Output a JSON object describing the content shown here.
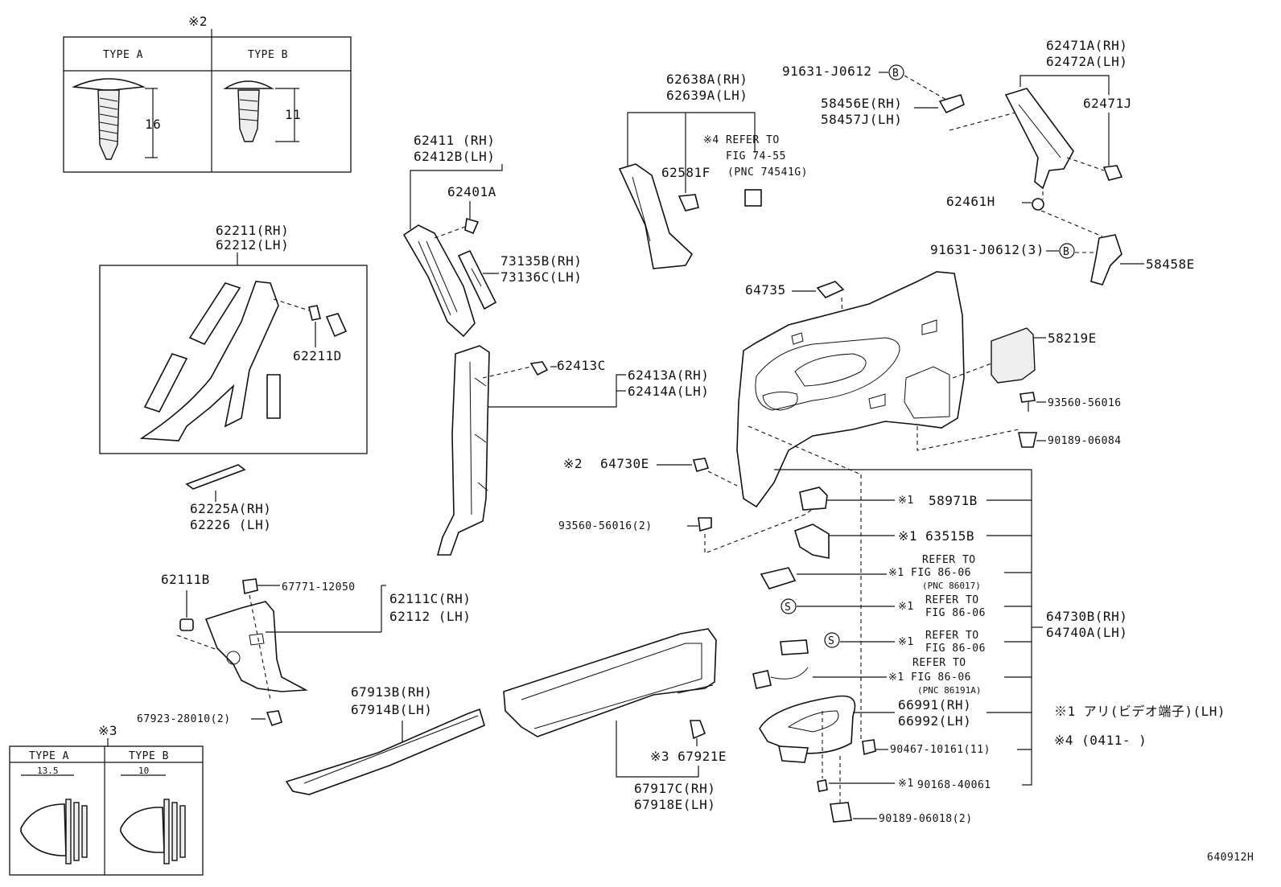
{
  "diagram_code": "640912H",
  "note2_ref": "※2",
  "note3_ref": "※3",
  "clip_table_top": {
    "type_a": "TYPE  A",
    "type_b": "TYPE  B",
    "dim_a": "16",
    "dim_b": "11"
  },
  "clip_table_bottom": {
    "type_a": "TYPE  A",
    "type_b": "TYPE  B",
    "dim_a": "13.5",
    "dim_b": "10"
  },
  "labels": {
    "p62211_rh": "62211(RH)",
    "p62212_lh": "62212(LH)",
    "p62211d": "62211D",
    "p62225a_rh": "62225A(RH)",
    "p62226_lh": "62226  (LH)",
    "p62411_rh": "62411  (RH)",
    "p62412b_lh": "62412B(LH)",
    "p62401a": "62401A",
    "p73135b_rh": "73135B(RH)",
    "p73136c_lh": "73136C(LH)",
    "p62413c": "62413C",
    "p62413a_rh": "62413A(RH)",
    "p62414a_lh": "62414A(LH)",
    "p62638a_rh": "62638A(RH)",
    "p62639a_lh": "62639A(LH)",
    "p62581f": "62581F",
    "ref4_1": "※4 REFER TO",
    "ref4_2": "FIG 74-55",
    "ref4_3": "(PNC 74541G)",
    "p91631_top": "91631-J0612",
    "p58456e_rh": "58456E(RH)",
    "p58457j_lh": "58457J(LH)",
    "p62471a_rh": "62471A(RH)",
    "p62472a_lh": "62472A(LH)",
    "p62471j": "62471J",
    "p62461h": "62461H",
    "p91631_3": "91631-J0612(3)",
    "p58458e": "58458E",
    "p64735": "64735",
    "p58219e": "58219E",
    "p93560_56016": "93560-56016",
    "p90189_06084": "90189-06084",
    "p64730e_mark": "※2",
    "p64730e": "64730E",
    "p93560_2": "93560-56016(2)",
    "p58971b_mark": "※1",
    "p58971b": "58971B",
    "p63515b": "※1 63515B",
    "ref_a1": "REFER TO",
    "ref_a2": "※1 FIG 86-06",
    "ref_a3": "(PNC 86017)",
    "ref_b1": "※1",
    "ref_b2": "REFER TO",
    "ref_b3": "FIG 86-06",
    "ref_c1": "※1",
    "ref_c2": "REFER TO",
    "ref_c3": "FIG 86-06",
    "ref_d1": "REFER TO",
    "ref_d2": "※1 FIG 86-06",
    "ref_d3": "(PNC 86191A)",
    "p64730b_rh": "64730B(RH)",
    "p64740a_lh": "64740A(LH)",
    "p66991_rh": "66991(RH)",
    "p66992_lh": "66992(LH)",
    "p90467": "90467-10161(11)",
    "p90168_mark": "※1",
    "p90168": "90168-40061",
    "p90189_06018": "90189-06018(2)",
    "p62111b": "62111B",
    "p67771": "67771-12050",
    "p62111c_rh": "62111C(RH)",
    "p62112_lh": "62112  (LH)",
    "p67923": "67923-28010(2)",
    "p67913b_rh": "67913B(RH)",
    "p67914b_lh": "67914B(LH)",
    "p67921e": "※3 67921E",
    "p67917c_rh": "67917C(RH)",
    "p67918e_lh": "67918E(LH)",
    "s_symbol": "S",
    "b_symbol": "B"
  },
  "notes": {
    "note1": "※1  アリ(ビデオ端子)(LH)",
    "note4": "※4  (0411-    )"
  }
}
